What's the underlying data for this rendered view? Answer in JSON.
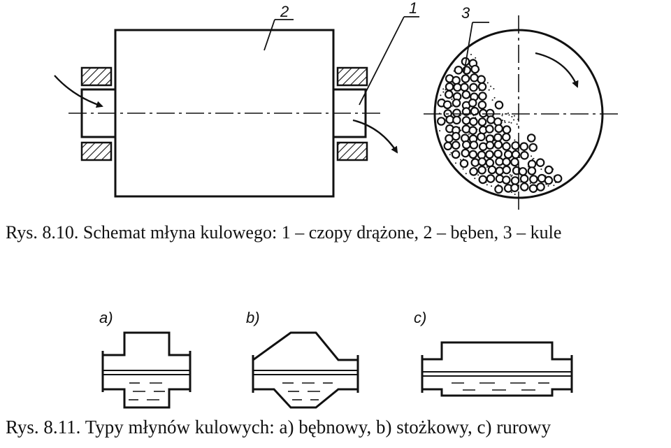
{
  "figure1": {
    "callouts": [
      "1",
      "2",
      "3"
    ],
    "caption": "Rys. 8.10. Schemat młyna kulowego: 1 – czopy drążone, 2 – bęben, 3 – kule",
    "colors": {
      "ink": "#111111"
    }
  },
  "figure2": {
    "panels": [
      {
        "label": "a)",
        "kind": "drum"
      },
      {
        "label": "b)",
        "kind": "conical"
      },
      {
        "label": "c)",
        "kind": "tube"
      }
    ],
    "caption": "Rys. 8.11. Typy młynów kulowych: a) bębnowy, b) stożkowy, c) rurowy"
  }
}
